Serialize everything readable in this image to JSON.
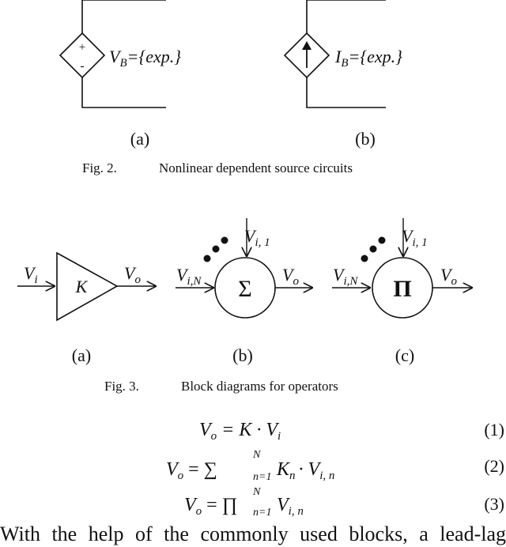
{
  "fig2": {
    "source_a_plus": "+",
    "source_a_minus": "-",
    "source_a_label_v": "V",
    "source_a_label_sub": "B",
    "source_a_label_expr": "={exp.}",
    "source_b_label_i": "I",
    "source_b_label_sub": "B",
    "source_b_label_expr": "={exp.}",
    "sub_a": "(a)",
    "sub_b": "(b)",
    "caption_num": "Fig. 2.",
    "caption_text": "Nonlinear dependent source circuits"
  },
  "fig3": {
    "gain": {
      "input_v": "V",
      "input_sub": "i",
      "gain_symbol": "K",
      "output_v": "V",
      "output_sub": "o"
    },
    "sum": {
      "input_top_v": "V",
      "input_top_sub": "i, 1",
      "input_left_v": "V",
      "input_left_sub": "i,N",
      "symbol": "Σ",
      "output_v": "V",
      "output_sub": "o"
    },
    "product": {
      "input_top_v": "V",
      "input_top_sub": "i, 1",
      "input_left_v": "V",
      "input_left_sub": "i,N",
      "symbol": "Π",
      "output_v": "V",
      "output_sub": "o"
    },
    "sub_a": "(a)",
    "sub_b": "(b)",
    "sub_c": "(c)",
    "caption_num": "Fig. 3.",
    "caption_text": "Block diagrams for operators"
  },
  "equations": [
    {
      "lhs": "V",
      "lhs_sub": "o",
      "rhs": "= K · V",
      "rhs_sub": "i",
      "number": "(1)"
    },
    {
      "lhs": "V",
      "lhs_sub": "o",
      "op": "= ∑",
      "upper": "N",
      "lower": "n=1",
      "body": "K",
      "body_sub": "n",
      "body2": "· V",
      "body2_sub": "i, n",
      "number": "(2)"
    },
    {
      "lhs": "V",
      "lhs_sub": "o",
      "op": "= ∏",
      "upper": "N",
      "lower": "n=1",
      "body": "V",
      "body_sub": "i, n",
      "number": "(3)"
    }
  ],
  "paragraph": "With the help of the commonly used blocks, a lead-lag"
}
